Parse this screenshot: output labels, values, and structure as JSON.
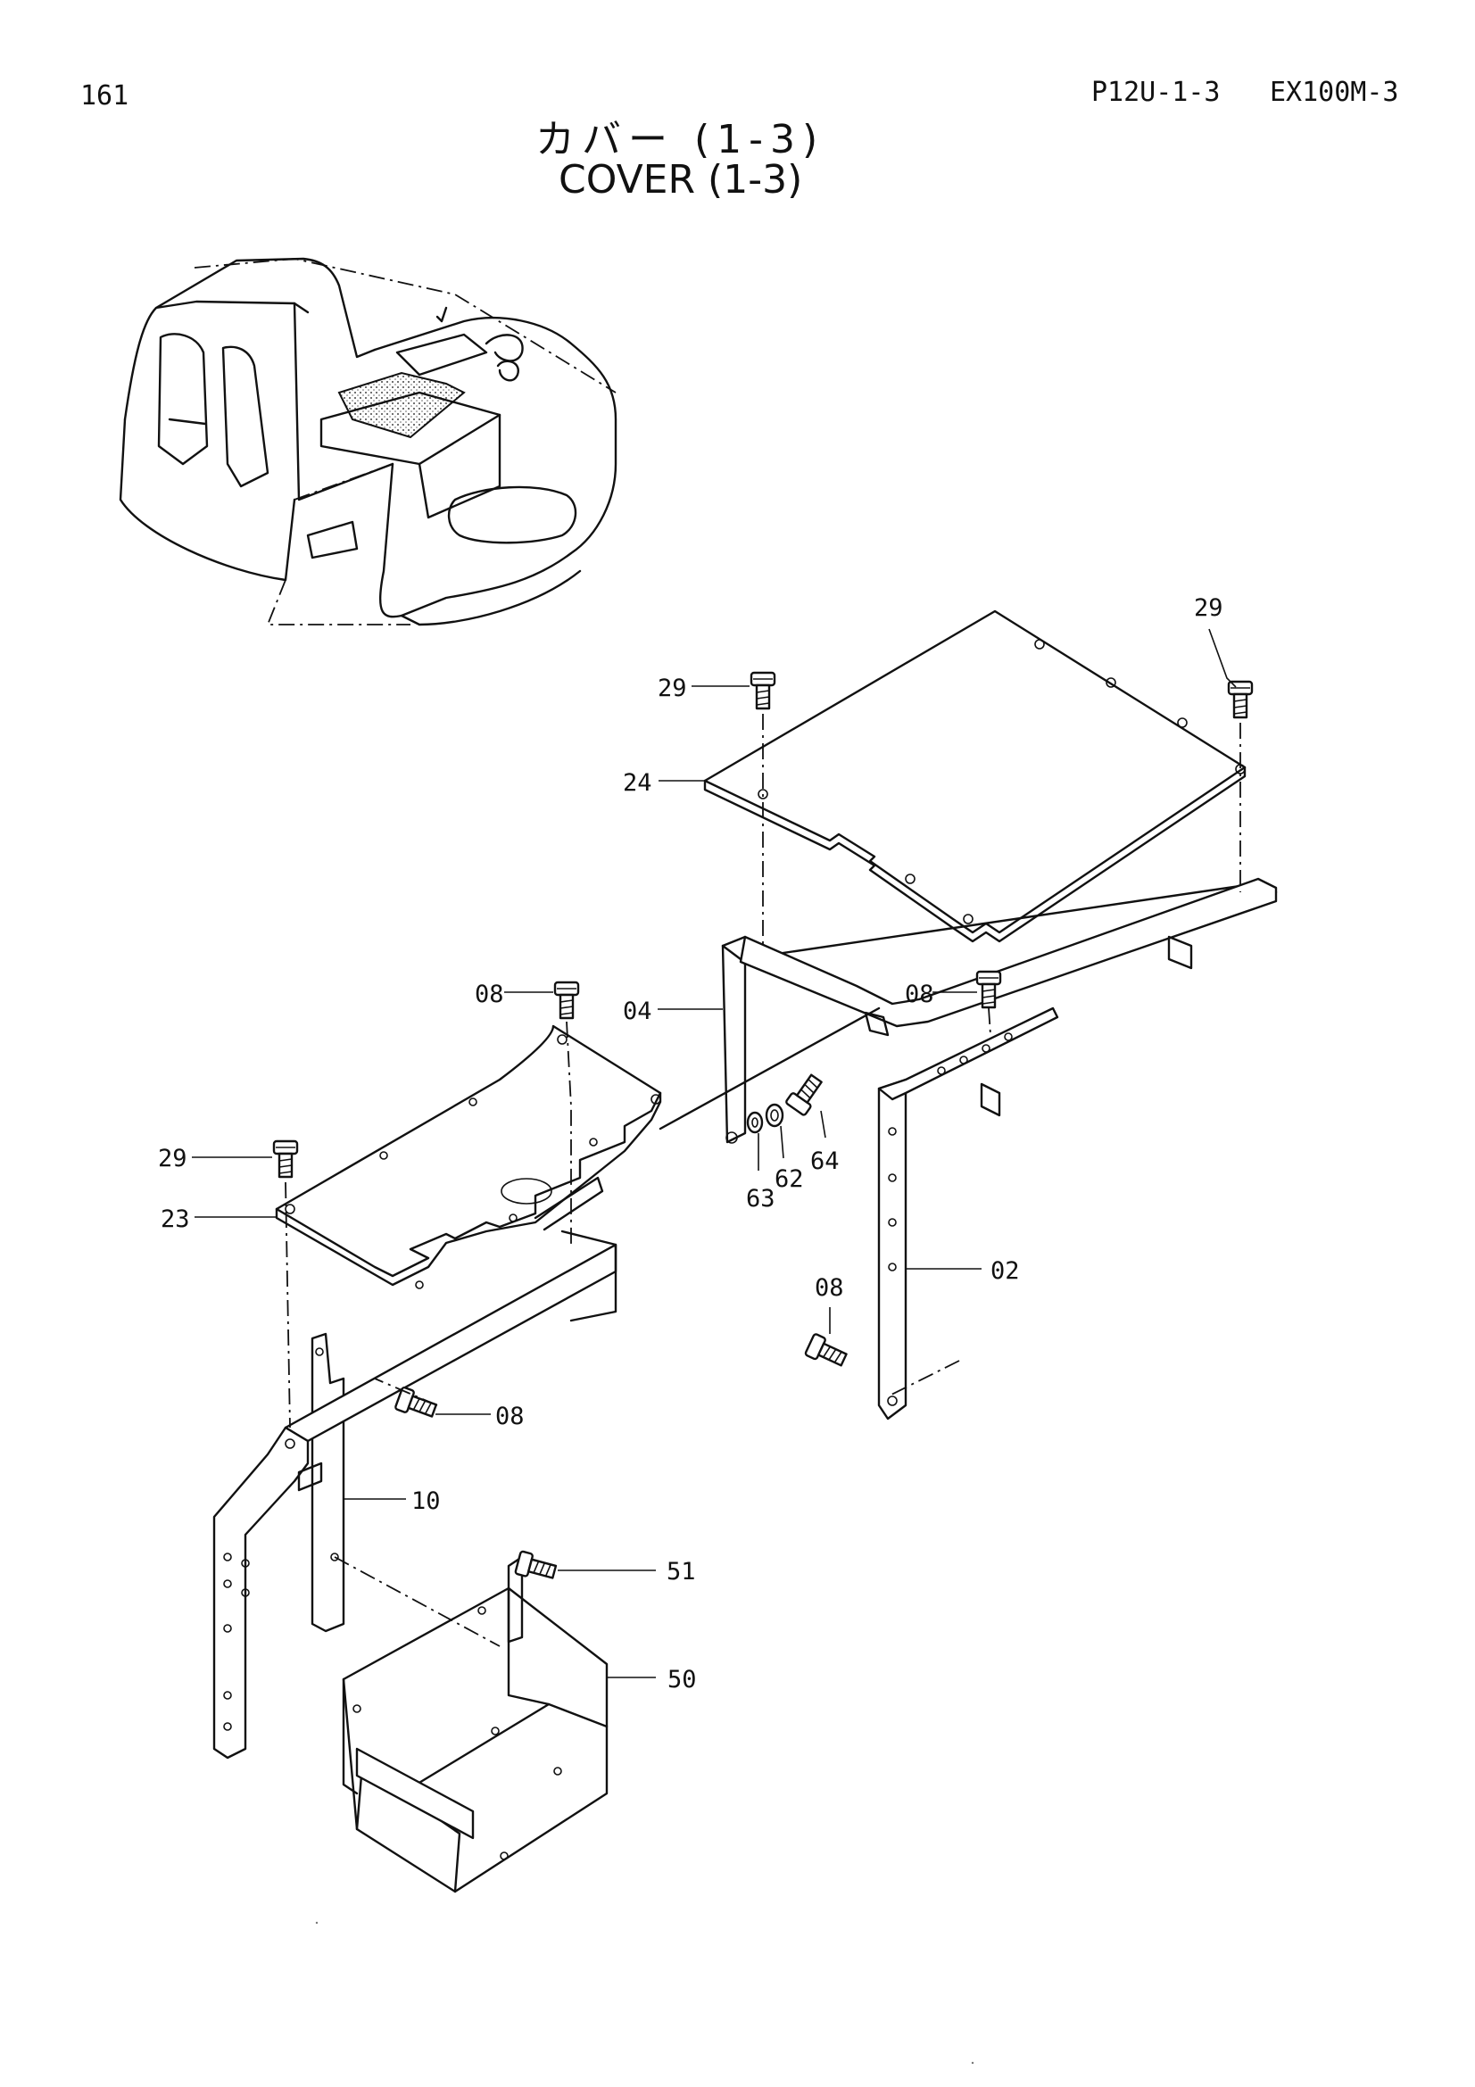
{
  "header": {
    "page_number": "161",
    "catalog_ref": "P12U-1-3",
    "model": "EX100M-3",
    "title_jp": "カバー (1-3)",
    "title_en": "COVER (1-3)"
  },
  "part_callouts": [
    "29",
    "29",
    "24",
    "08",
    "04",
    "08",
    "29",
    "23",
    "63",
    "62",
    "64",
    "08",
    "02",
    "08",
    "10",
    "51",
    "50"
  ],
  "colors": {
    "ink": "#111111",
    "paper": "#ffffff"
  }
}
